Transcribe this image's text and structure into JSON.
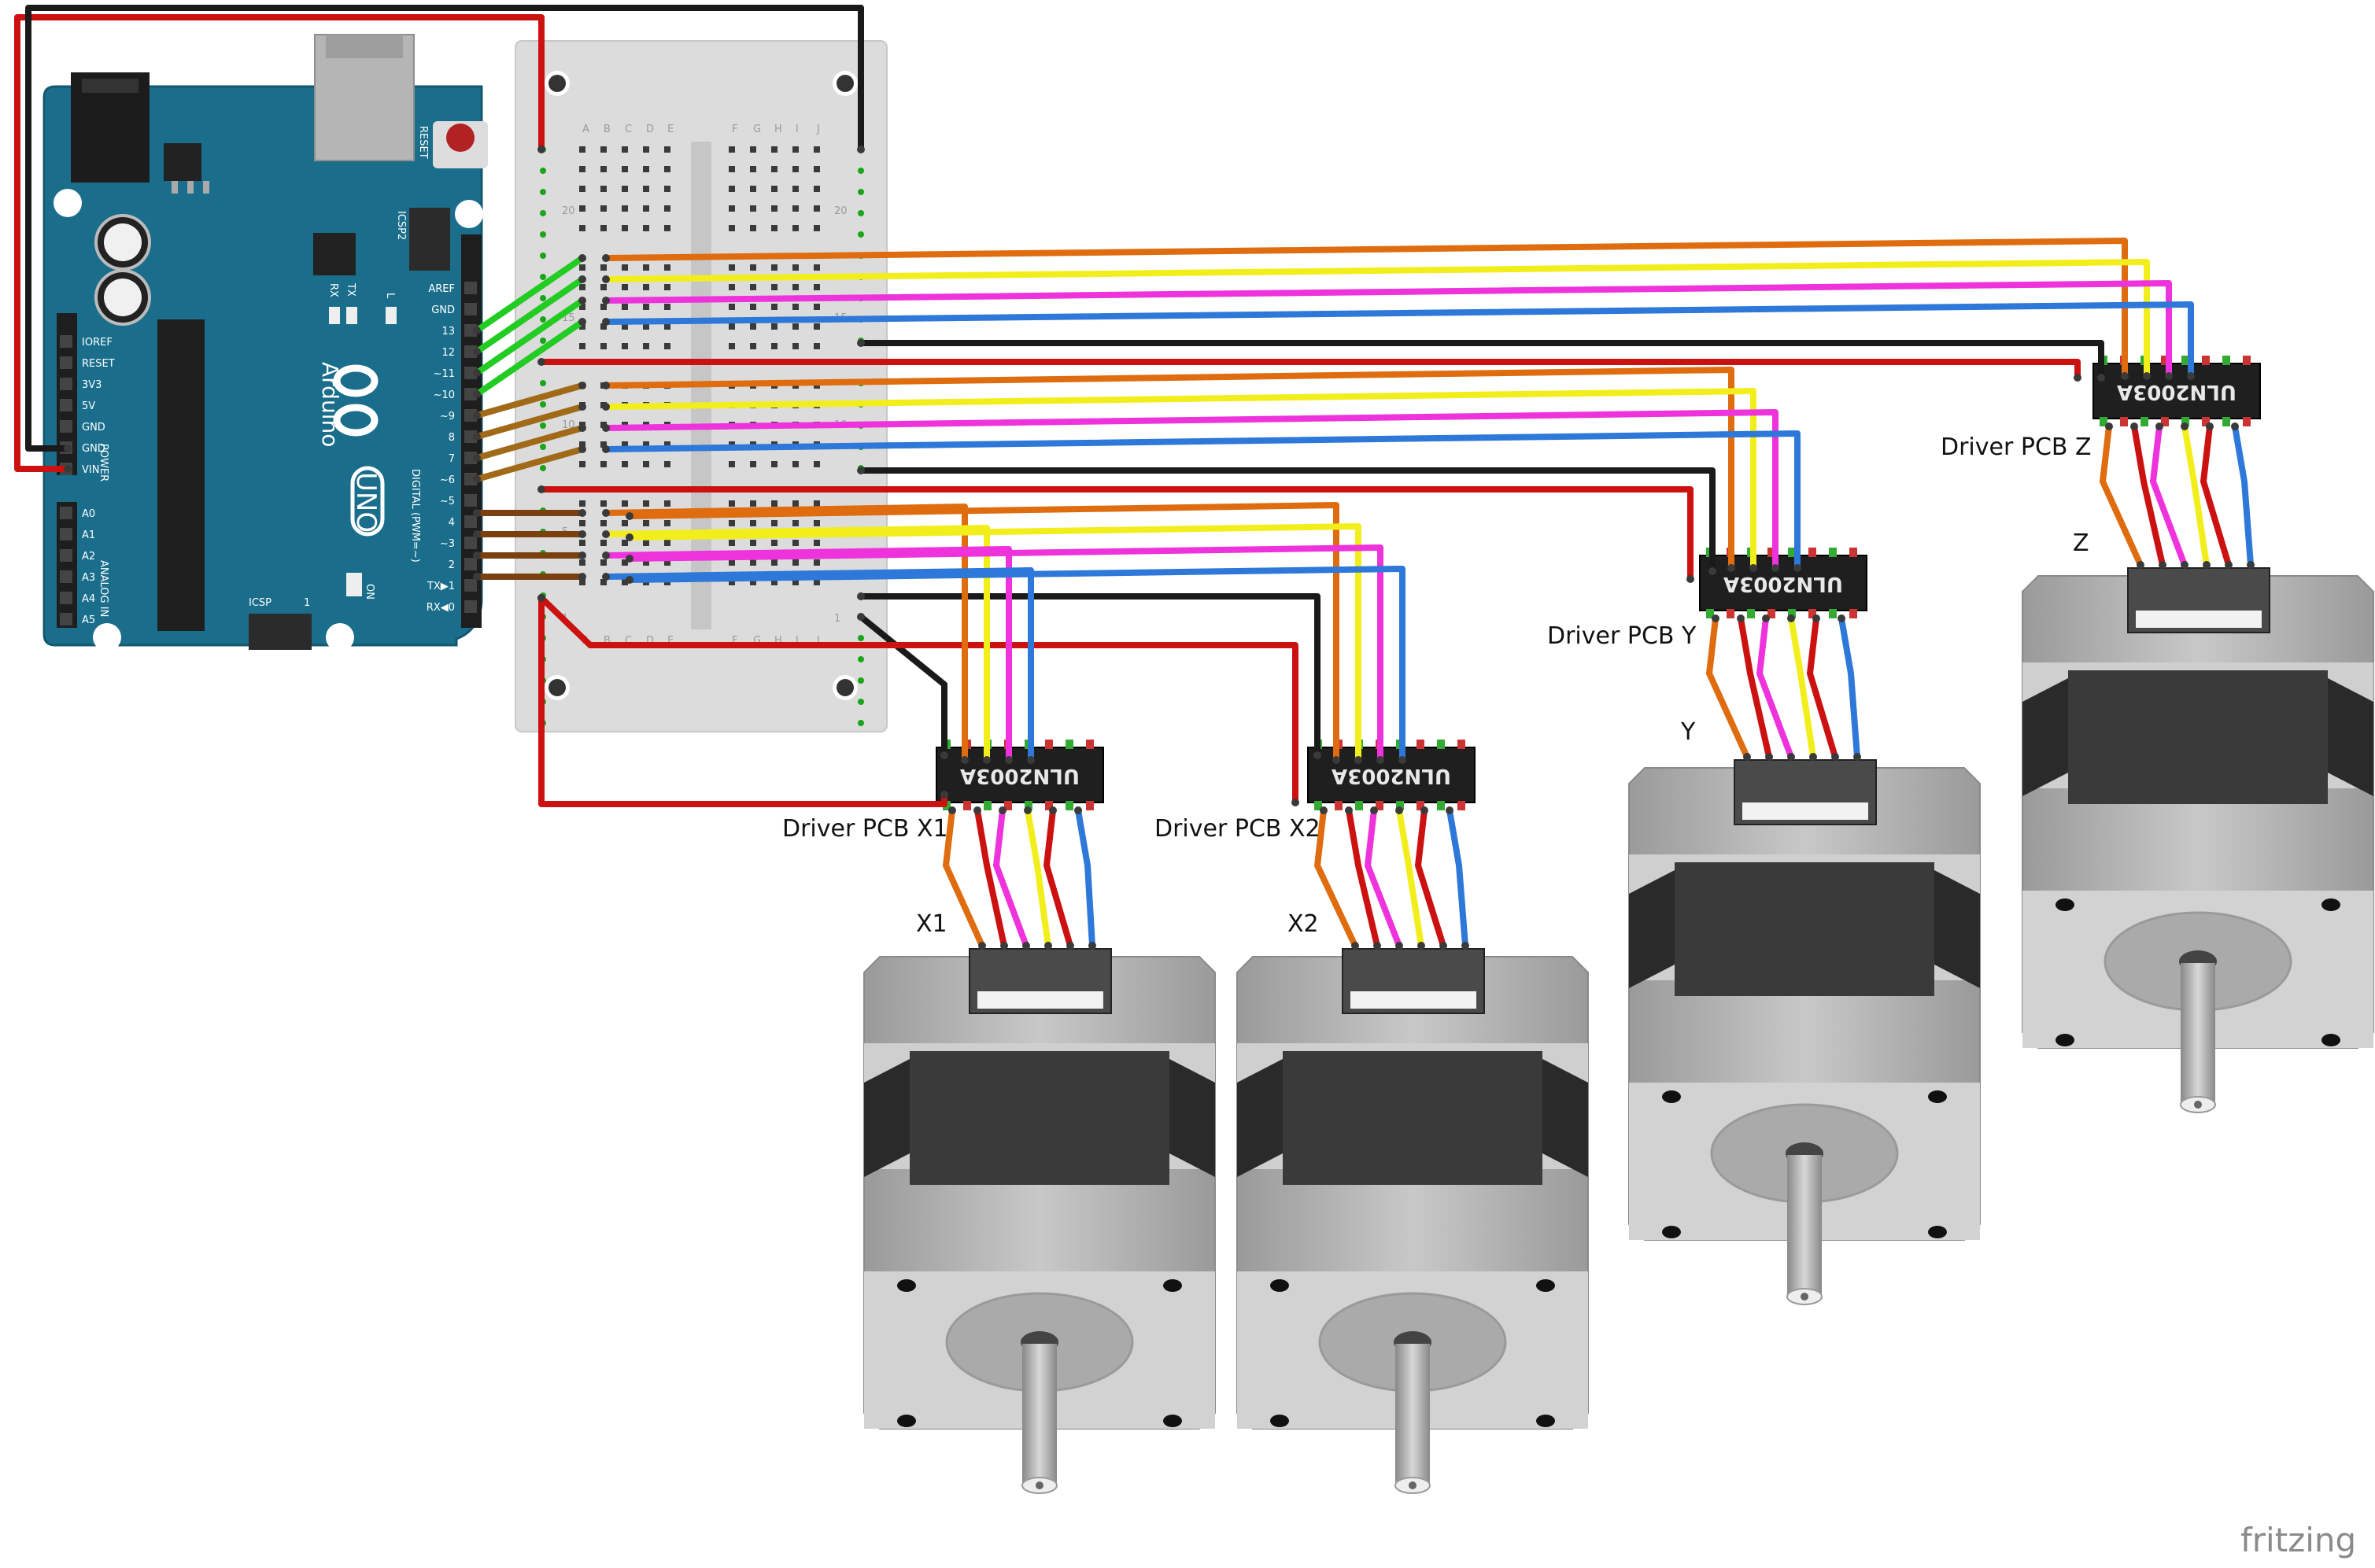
{
  "arduino": {
    "brand": "Arduino",
    "model": "UNO",
    "reset_label": "RESET",
    "icsp2_label": "ICSP2",
    "icsp_label": "ICSP",
    "icsp_pin1": "1",
    "on_label": "ON",
    "tx_label": "TX",
    "rx_label": "RX",
    "l_label": "L",
    "digital_label": "DIGITAL (PWM=~)",
    "power_label": "POWER",
    "analog_label": "ANALOG IN",
    "power_pins": [
      "IOREF",
      "RESET",
      "3V3",
      "5V",
      "GND",
      "GND",
      "VIN"
    ],
    "analog_pins": [
      "A0",
      "A1",
      "A2",
      "A3",
      "A4",
      "A5"
    ],
    "digital_pins": [
      "AREF",
      "GND",
      "13",
      "12",
      "~11",
      "~10",
      "~9",
      "8",
      "7",
      "~6",
      "~5",
      "4",
      "~3",
      "2",
      "TX▶1",
      "RX◀0"
    ]
  },
  "breadboard": {
    "col_letters_left": [
      "A",
      "B",
      "C",
      "D",
      "E"
    ],
    "col_letters_right": [
      "F",
      "G",
      "H",
      "I",
      "J"
    ],
    "row_numbers": [
      "20",
      "15",
      "10",
      "5",
      "1"
    ]
  },
  "drivers": [
    {
      "label": "Driver PCB X1",
      "chip": "ULN2003A"
    },
    {
      "label": "Driver PCB X2",
      "chip": "ULN2003A"
    },
    {
      "label": "Driver PCB Y",
      "chip": "ULN2003A"
    },
    {
      "label": "Driver PCB Z",
      "chip": "ULN2003A"
    }
  ],
  "motors": [
    {
      "label": "X1"
    },
    {
      "label": "X2"
    },
    {
      "label": "Y"
    },
    {
      "label": "Z"
    }
  ],
  "wire_colors": {
    "red": "#cc1111",
    "black": "#1a1a1a",
    "orange": "#e06c10",
    "yellow": "#f2ee1c",
    "magenta": "#ee33dd",
    "blue": "#2d78d8",
    "green": "#22cc22",
    "brown": "#a06a18",
    "dark_brown": "#7a4010"
  },
  "board_color": "#1a6e8c",
  "watermark": "fritzing"
}
